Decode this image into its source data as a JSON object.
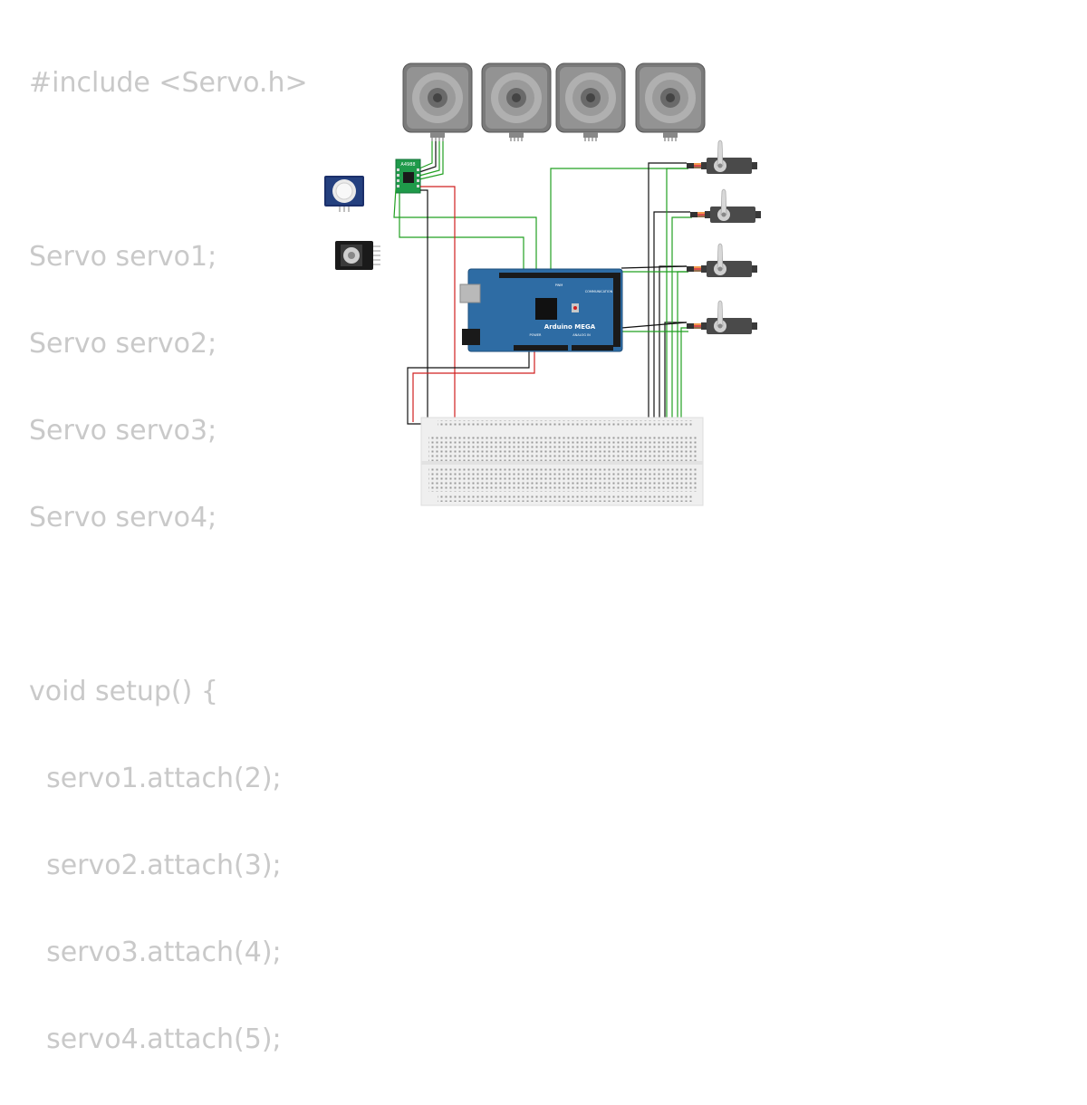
{
  "code": {
    "lines": [
      "#include <Servo.h>",
      "",
      "Servo servo1;",
      "Servo servo2;",
      "Servo servo3;",
      "Servo servo4;",
      "",
      "void setup() {",
      "  servo1.attach(2);",
      "  servo2.attach(3);",
      "  servo3.attach(4);",
      "  servo4.attach(5);"
    ]
  },
  "circuit": {
    "board_label": "Arduino MEGA",
    "driver_label": "A4988",
    "header_labels": {
      "pwm": "PWM",
      "communication": "COMMUNICATION",
      "power": "POWER",
      "analog": "ANALOG IN"
    },
    "stepper_motor_count": 4,
    "servo_count": 4,
    "colors": {
      "board": "#2e6ca4",
      "driver": "#1f9a4a",
      "wire_green": "#22a022",
      "wire_red": "#d02020",
      "wire_black": "#111111",
      "servo_body": "#555555",
      "breadboard": "#efefef"
    }
  }
}
